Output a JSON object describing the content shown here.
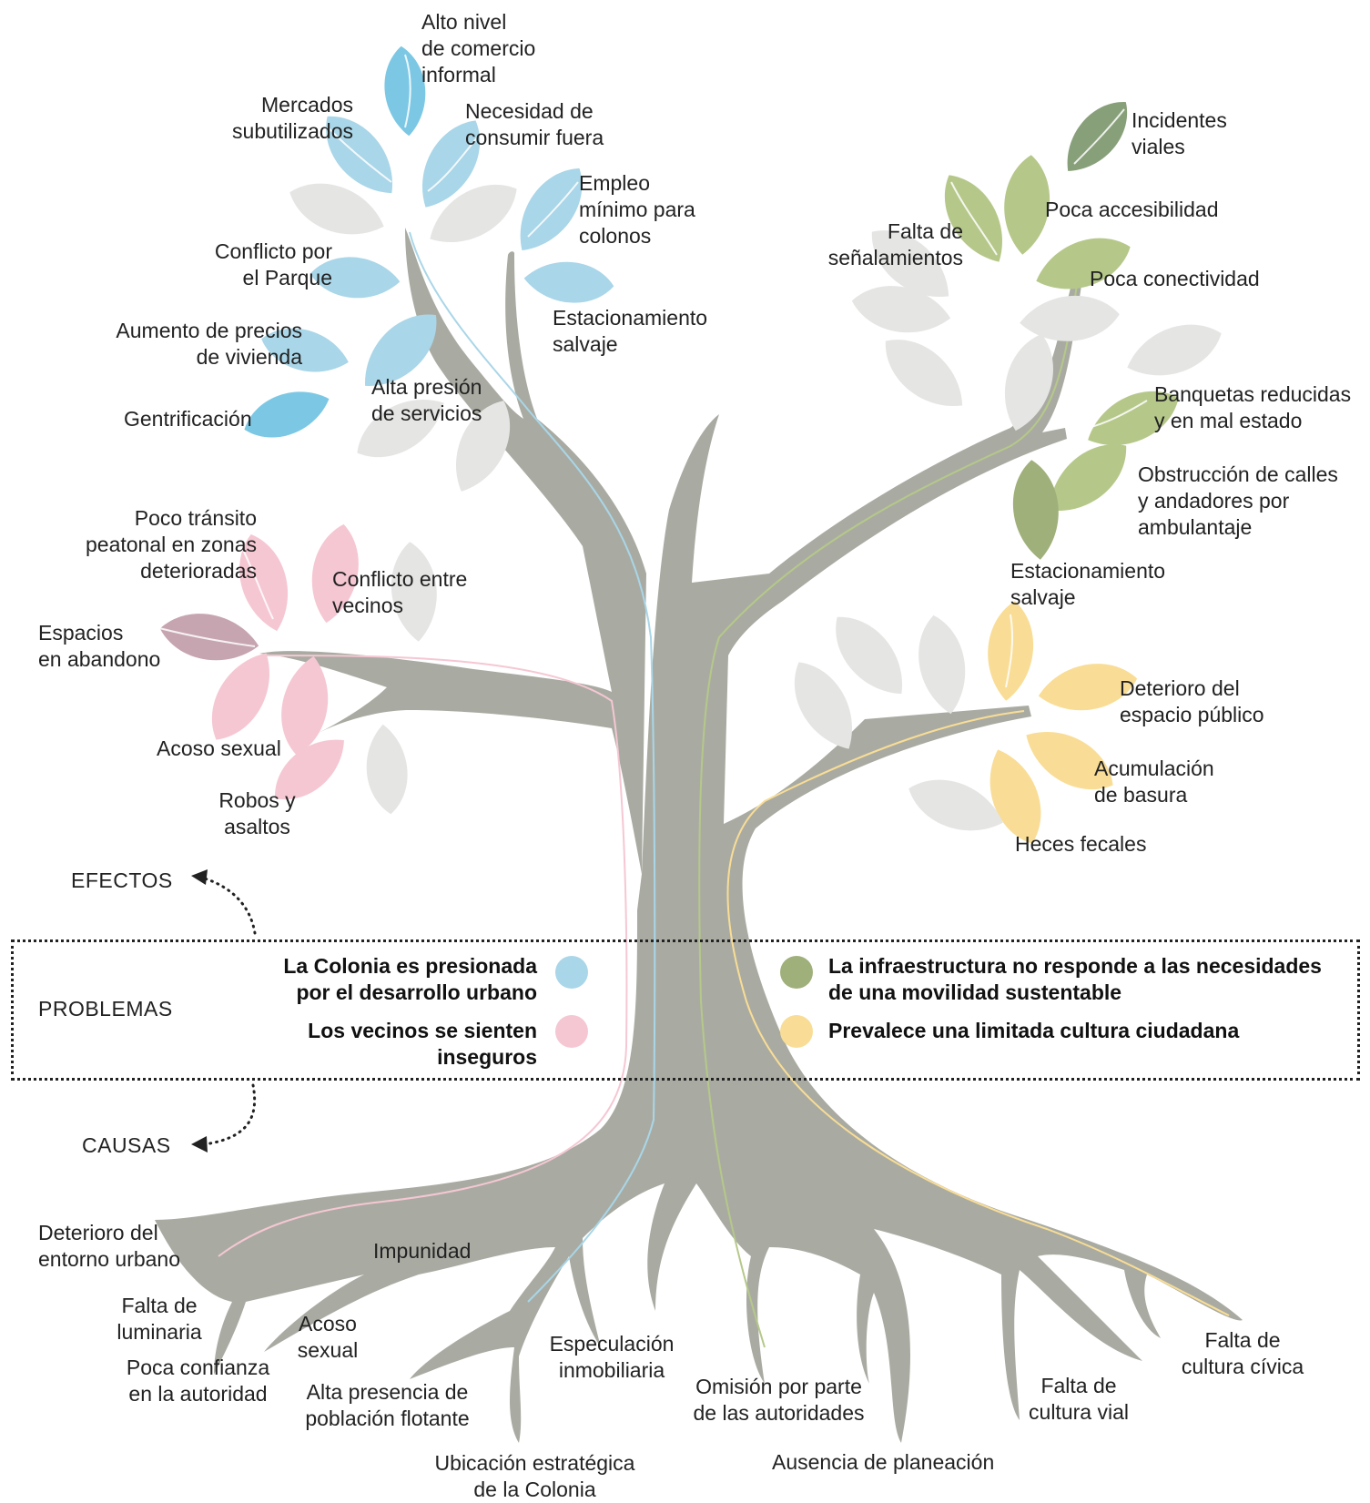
{
  "colors": {
    "trunk": "#a9aba2",
    "vein": "#c8cac2",
    "leaf_gray": "#e5e5e4",
    "blue": "#a9d6e8",
    "blue_dark": "#7cc8e4",
    "pink": "#f5c7d3",
    "mauve": "#c6a5b0",
    "green": "#b5c88a",
    "green_dark": "#88a07a",
    "yellow": "#f9dd96"
  },
  "sections": {
    "efectos": "EFECTOS",
    "problemas": "PROBLEMAS",
    "causas": "CAUSAS"
  },
  "problems": [
    {
      "text": "La Colonia es presionada\npor el desarrollo urbano",
      "color": "#a9d6e8"
    },
    {
      "text": "Los vecinos se sienten\ninseguros",
      "color": "#f5c7d3"
    },
    {
      "text": "La infraestructura no responde a las necesidades\nde una movilidad sustentable",
      "color": "#9fb07a"
    },
    {
      "text": "Prevalece una limitada cultura ciudadana",
      "color": "#f9dd96"
    }
  ],
  "effects_blue": [
    "Alto nivel\nde comercio\ninformal",
    "Mercados\nsubutilizados",
    "Necesidad de\nconsumir fuera",
    "Empleo\nmínimo para\ncolonos",
    "Conflicto por\nel Parque",
    "Estacionamiento\nsalvaje",
    "Aumento de precios\nde vivienda",
    "Alta presión\nde servicios",
    "Gentrificación"
  ],
  "effects_green": [
    "Incidentes\nviales",
    "Poca accesibilidad",
    "Falta de\nseñalamientos",
    "Poca conectividad",
    "Banquetas reducidas\ny en mal estado",
    "Obstrucción de calles\ny andadores por\nambulantaje",
    "Estacionamiento\nsalvaje"
  ],
  "effects_pink": [
    "Poco tránsito\npeatonal en zonas\ndeterioradas",
    "Conflicto entre\nvecinos",
    "Espacios\nen abandono",
    "Acoso sexual",
    "Robos y\nasaltos"
  ],
  "effects_yellow": [
    "Deterioro del\nespacio público",
    "Acumulación\nde basura",
    "Heces fecales"
  ],
  "causes": [
    "Deterioro del\nentorno urbano",
    "Impunidad",
    "Falta de\nluminaria",
    "Acoso\nsexual",
    "Poca confianza\nen la autoridad",
    "Alta presencia de\npoblación flotante",
    "Especulación\ninmobiliaria",
    "Ubicación estratégica\nde la Colonia",
    "Omisión por parte\nde las autoridades",
    "Ausencia de planeación",
    "Falta de\ncultura vial",
    "Falta de\ncultura cívica"
  ]
}
